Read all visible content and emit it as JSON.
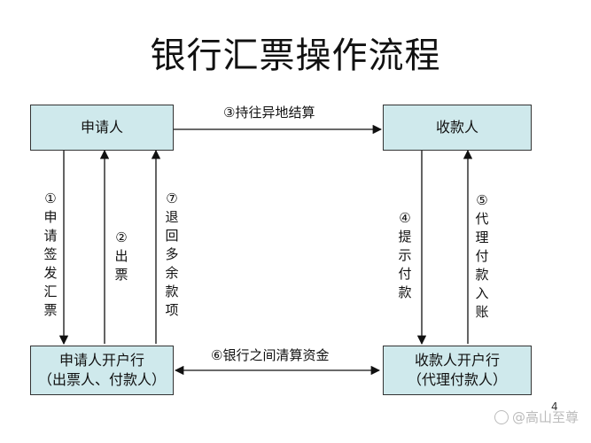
{
  "title": "银行汇票操作流程",
  "boxes": {
    "applicant": "申请人",
    "payee": "收款人",
    "applicant_bank_line1": "申请人开户行",
    "applicant_bank_line2": "（出票人、付款人）",
    "payee_bank_line1": "收款人开户行",
    "payee_bank_line2": "（代理付款人）"
  },
  "steps": {
    "step1": "①申请签发汇票",
    "step2": "②出票",
    "step3": "③持往异地结算",
    "step4": "④提示付款",
    "step5": "⑤代理付款入账",
    "step6": "⑥银行之间清算资金",
    "step7": "⑦退回多余款项"
  },
  "watermark": "@高山至尊",
  "page_number": "4"
}
